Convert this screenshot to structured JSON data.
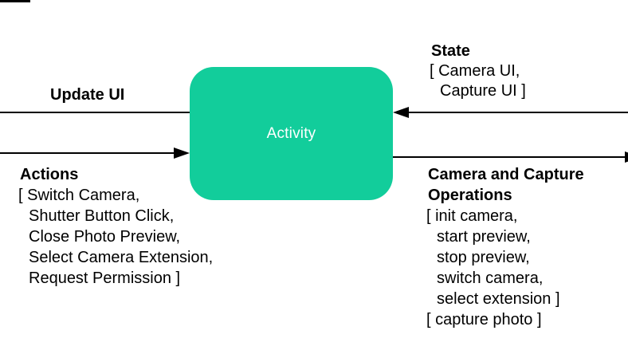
{
  "colors": {
    "node_fill": "#12cd9b",
    "node_text": "#ffffff",
    "line": "#000000",
    "text": "#000000"
  },
  "node": {
    "label": "Activity"
  },
  "left": {
    "update_ui_label": "Update UI",
    "actions_title": "Actions",
    "actions_items": [
      "[ Switch Camera,",
      "Shutter Button Click,",
      "Close Photo Preview,",
      "Select Camera Extension,",
      "Request Permission ]"
    ]
  },
  "right": {
    "state_title": "State",
    "state_items": [
      "[ Camera UI,",
      "Capture UI ]"
    ],
    "ops_title_line1": "Camera and Capture",
    "ops_title_line2": "Operations",
    "ops_items": [
      "[ init camera,",
      "start preview,",
      "stop preview,",
      "switch camera,",
      "select extension ]",
      "[ capture photo ]"
    ]
  },
  "arrows": {
    "update_ui": {
      "direction": "out-left",
      "label": "Update UI"
    },
    "actions": {
      "direction": "into-node-from-left",
      "label": "Actions"
    },
    "state": {
      "direction": "into-node-from-right",
      "label": "State"
    },
    "operations": {
      "direction": "out-right",
      "label": "Camera and Capture Operations"
    }
  }
}
